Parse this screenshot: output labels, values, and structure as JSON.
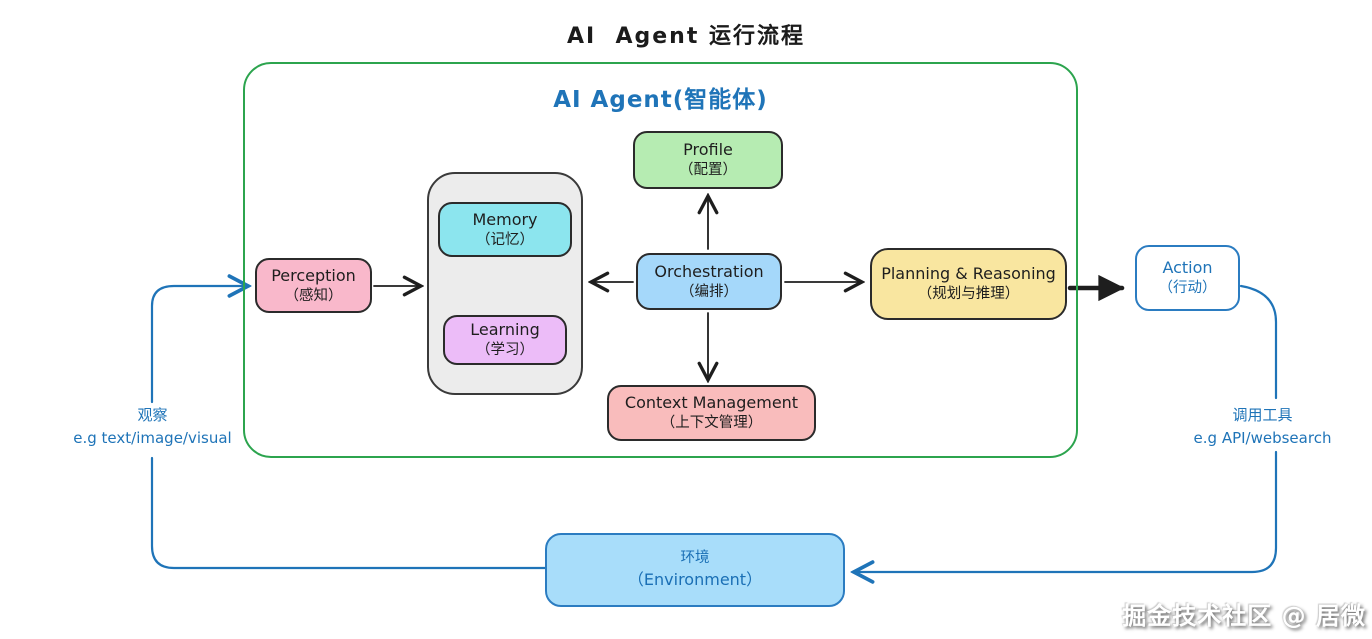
{
  "page_title": "AI  Agent 运行流程",
  "agent": {
    "label": "AI Agent(智能体)"
  },
  "nodes": {
    "profile": {
      "en": "Profile",
      "zh": "（配置）"
    },
    "memory": {
      "en": "Memory",
      "zh": "（记忆）"
    },
    "learning": {
      "en": "Learning",
      "zh": "（学习）"
    },
    "perception": {
      "en": "Perception",
      "zh": "（感知）"
    },
    "orchestration": {
      "en": "Orchestration",
      "zh": "（编排）"
    },
    "planning": {
      "en": "Planning & Reasoning",
      "zh": "（规划与推理）"
    },
    "context_management": {
      "en": "Context Management",
      "zh": "（上下文管理）"
    },
    "action": {
      "en": "Action",
      "zh": "（行动）"
    },
    "environment": {
      "zh": "环境",
      "en": "（Environment）"
    }
  },
  "edge_labels": {
    "observation": {
      "title": "观察",
      "example": "e.g text/image/visual"
    },
    "tool_call": {
      "title": "调用工具",
      "example": "e.g API/websearch"
    }
  },
  "watermark": "掘金技术社区 @ 居微",
  "colors": {
    "ink": "#1e1e1e",
    "agent_border": "#2ca44e",
    "blue_line": "#1f74b8",
    "profile_fill": "#b6ecb2",
    "memory_fill": "#8ce5ee",
    "learning_fill": "#ecbcf8",
    "perception_fill": "#f9b8cb",
    "orchestration_fill": "#a5d8fa",
    "planning_fill": "#f9e6a0",
    "context_fill": "#f9bcbc",
    "environment_fill": "#a8ddfa",
    "memory_container_fill": "#ececec"
  }
}
